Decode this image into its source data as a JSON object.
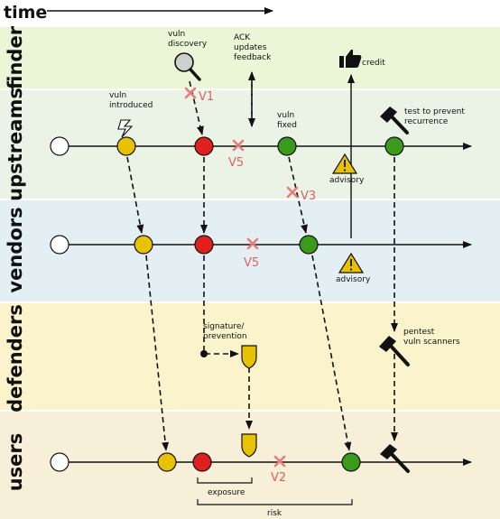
{
  "header": {
    "time_label": "time"
  },
  "lanes": [
    {
      "label": "finder",
      "color": "#eaf6d6"
    },
    {
      "label": "upstreams",
      "color": "#eaf3e6"
    },
    {
      "label": "vendors",
      "color": "#e4eff4"
    },
    {
      "label": "defenders",
      "color": "#fbf3cc"
    },
    {
      "label": "users",
      "color": "#f8efd8"
    }
  ],
  "annotations": {
    "vuln_discovery_1": "vuln",
    "vuln_discovery_2": "discovery",
    "ack_1": "ACK",
    "ack_2": "updates",
    "ack_3": "feedback",
    "credit": "credit",
    "vuln_introduced_1": "vuln",
    "vuln_introduced_2": "introduced",
    "vuln_fixed_1": "vuln",
    "vuln_fixed_2": "fixed",
    "test_1": "test to prevent",
    "test_2": "recurrence",
    "advisory_upstream": "advisory",
    "advisory_vendor": "advisory",
    "signature_1": "signature/",
    "signature_2": "prevention",
    "pentest_1": "pentest",
    "pentest_2": "vuln scanners",
    "exposure": "exposure",
    "risk": "risk"
  },
  "version_marks": {
    "v1": "V1",
    "v5_upstream": "V5",
    "v3": "V3",
    "v5_vendor": "V5",
    "v2": "V2"
  },
  "status_colors": {
    "start": "#ffffff",
    "introduced": "#e8c200",
    "discovered": "#e0201c",
    "fixed": "#3a9a1c",
    "x_mark": "#e87c7c"
  }
}
